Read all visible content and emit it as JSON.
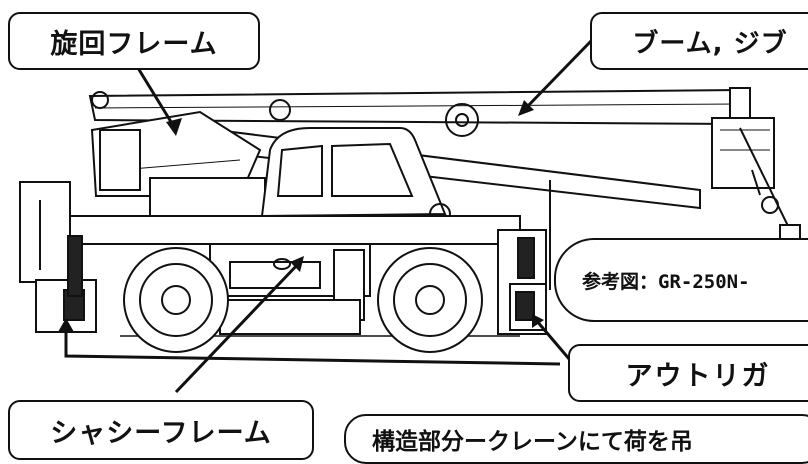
{
  "labels": {
    "swing_frame": "旋回フレーム",
    "boom_jib": "ブーム, ジブ",
    "reference": "参考図：GR-250N-",
    "outrigger": "アウトリガ",
    "chassis_frame": "シャシーフレーム",
    "caption": "構造部分ークレーンにて荷を吊"
  },
  "colors": {
    "line": "#111111",
    "background": "#ffffff"
  }
}
